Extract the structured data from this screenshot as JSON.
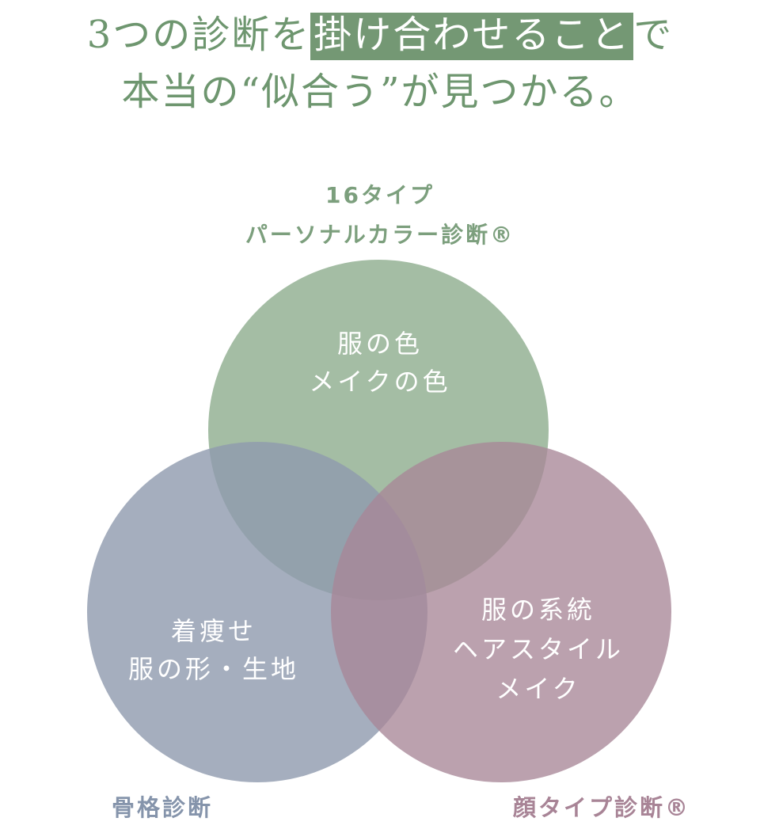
{
  "headline": {
    "line1_pre": "3つの診断を",
    "line1_highlight": "掛け合わせること",
    "line1_post": "で",
    "line2": "本当の“似合う”が見つかる。"
  },
  "diagram": {
    "top": {
      "label_line1": "16タイプ",
      "label_line2": "パーソナルカラー診断®",
      "content_line1": "服の色",
      "content_line2": "メイクの色",
      "color": "#8aaa8b"
    },
    "left": {
      "label": "骨格診断",
      "content_line1": "着痩せ",
      "content_line2": "服の形・生地",
      "color": "#8e9aae"
    },
    "right": {
      "label": "顔タイプ診断®",
      "content_line1": "服の系統",
      "content_line2": "ヘアスタイル",
      "content_line3": "メイク",
      "color": "#a88797"
    }
  }
}
